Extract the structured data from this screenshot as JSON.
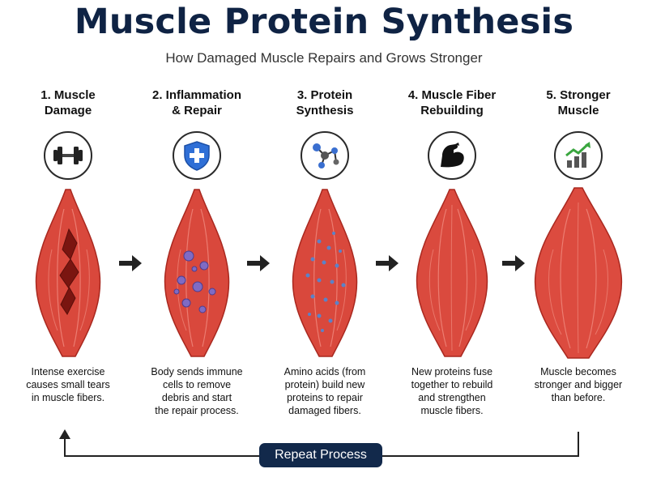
{
  "header": {
    "title": "Muscle Protein Synthesis",
    "subtitle": "How Damaged Muscle Repairs and Grows Stronger"
  },
  "steps": [
    {
      "title": "1. Muscle\nDamage",
      "icon": "dumbbell-icon",
      "description": "Intense exercise\ncauses small tears\nin muscle fibers."
    },
    {
      "title": "2. Inflammation\n& Repair",
      "icon": "shield-cross-icon",
      "description": "Body sends immune\ncells to remove\ndebris and start\nthe repair process."
    },
    {
      "title": "3. Protein\nSynthesis",
      "icon": "molecule-icon",
      "description": "Amino acids (from\nprotein) build new\nproteins to repair\ndamaged fibers."
    },
    {
      "title": "4. Muscle Fiber\nRebuilding",
      "icon": "flexed-arm-icon",
      "description": "New proteins fuse\ntogether to rebuild\nand strengthen\nmuscle fibers."
    },
    {
      "title": "5. Stronger\nMuscle",
      "icon": "growth-chart-icon",
      "description": "Muscle becomes\nstronger and bigger\nthan before."
    }
  ],
  "loop": {
    "label": "Repeat Process"
  },
  "colors": {
    "title": "#0f2344",
    "muscle": "#d9483c",
    "muscle_dark": "#a9281f",
    "shield": "#2f6fd6",
    "immune_cells": "#7f6bc4",
    "amino_acids": "#5b82c8",
    "growth_arrow": "#3aa63f",
    "button": "#12294b"
  }
}
